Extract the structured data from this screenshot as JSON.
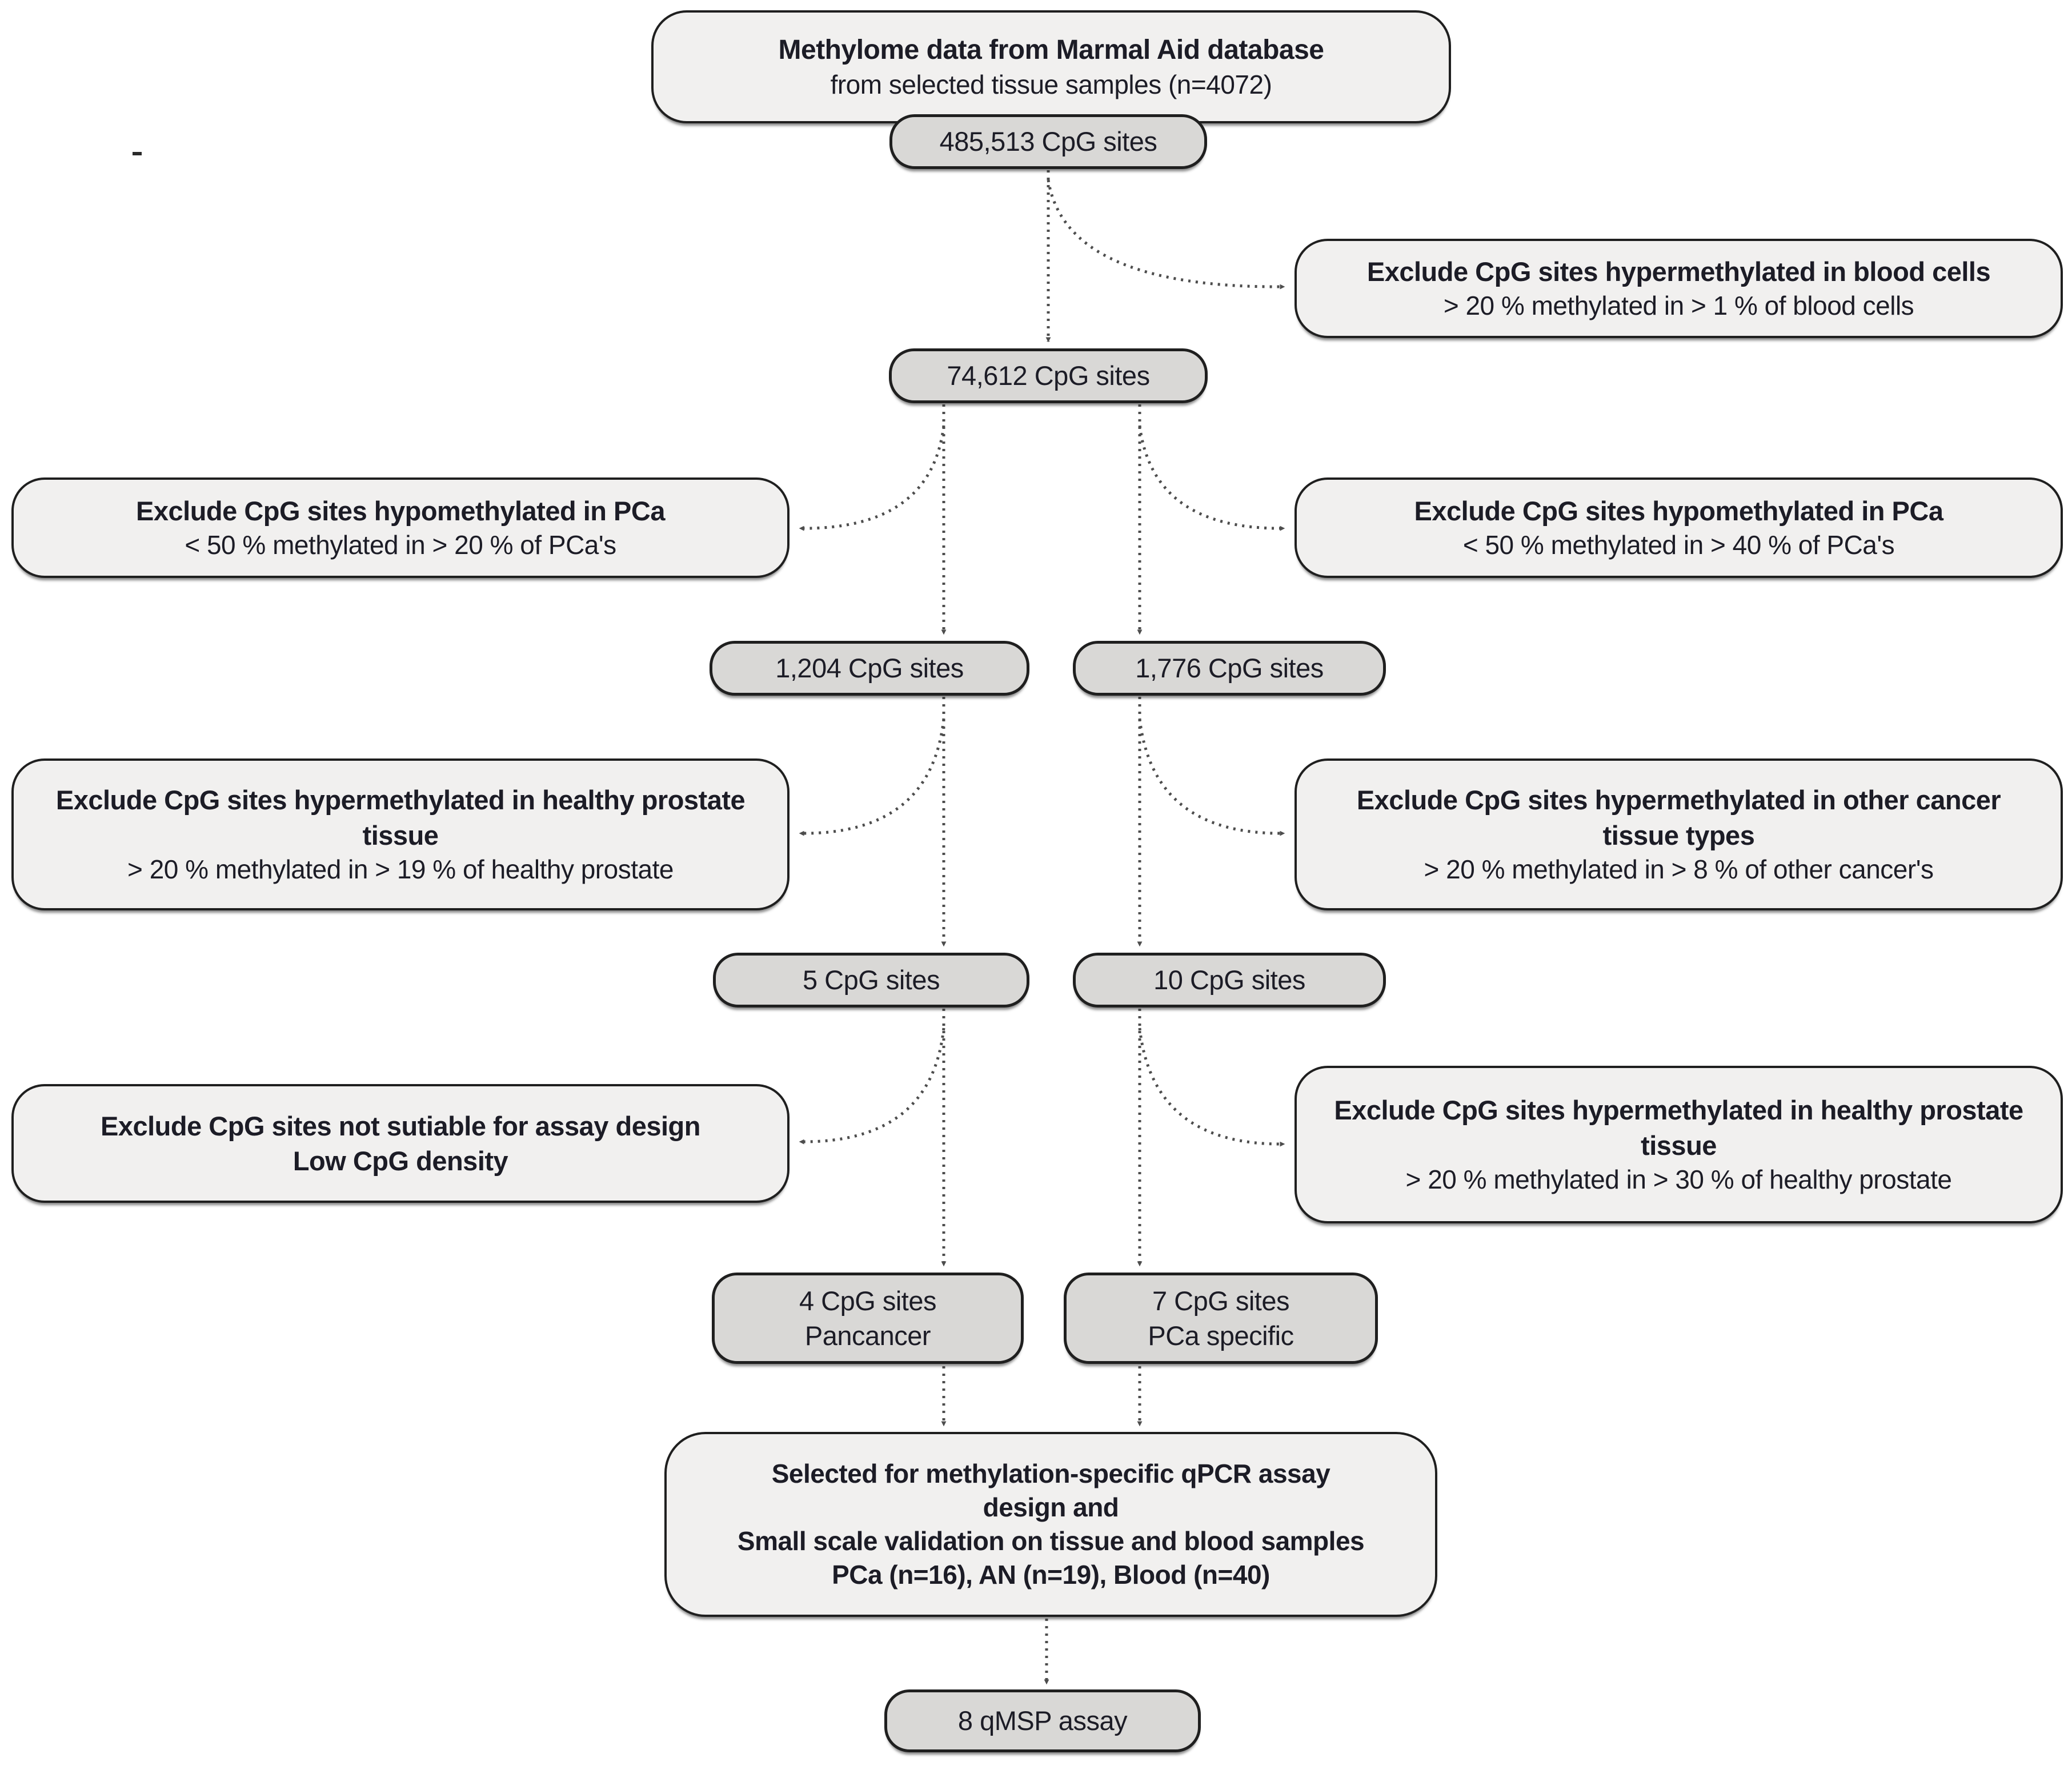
{
  "nodes": {
    "source": {
      "line1": "Methylome data from Marmal Aid database",
      "line2": "from selected tissue samples (n=4072)"
    },
    "count_485513": {
      "label": "485,513 CpG sites"
    },
    "exclude_blood": {
      "line1": "Exclude CpG sites hypermethylated in blood cells",
      "line2": "> 20 % methylated in > 1 % of blood cells"
    },
    "count_74612": {
      "label": "74,612 CpG sites"
    },
    "exclude_hypo_pca_20": {
      "line1": "Exclude CpG sites hypomethylated in PCa",
      "line2": "< 50 % methylated in > 20 % of PCa's"
    },
    "exclude_hypo_pca_40": {
      "line1": "Exclude CpG sites hypomethylated in PCa",
      "line2": "< 50 % methylated in > 40 % of PCa's"
    },
    "count_1204": {
      "label": "1,204 CpG sites"
    },
    "count_1776": {
      "label": "1,776 CpG sites"
    },
    "exclude_healthy_19": {
      "line1": "Exclude CpG sites hypermethylated in healthy prostate tissue",
      "line2": "> 20 % methylated in > 19 % of healthy prostate"
    },
    "exclude_other_cancer": {
      "line1": "Exclude CpG sites hypermethylated in other cancer tissue types",
      "line2": "> 20 % methylated in > 8 % of other cancer's"
    },
    "count_5": {
      "label": "5 CpG sites"
    },
    "count_10": {
      "label": "10 CpG sites"
    },
    "exclude_assay_design": {
      "line1": "Exclude CpG sites not sutiable for assay design",
      "line2": "Low CpG density"
    },
    "exclude_healthy_30": {
      "line1": "Exclude CpG sites hypermethylated in healthy prostate tissue",
      "line2": "> 20 % methylated in > 30 % of healthy prostate"
    },
    "count_4_pancancer": {
      "line1": "4 CpG sites",
      "line2": "Pancancer"
    },
    "count_7_pca": {
      "line1": "7 CpG sites",
      "line2": "PCa specific"
    },
    "selected": {
      "line1": "Selected for methylation-specific qPCR assay",
      "line2": "design and",
      "line3": "Small scale validation on tissue and blood samples",
      "line4": "PCa (n=16), AN (n=19), Blood (n=40)"
    },
    "count_8_qmsp": {
      "label": "8 qMSP assay"
    }
  },
  "colors": {
    "exclude_fill": "#f1f0ef",
    "count_fill": "#d9d8d6",
    "border": "#1f1f1f",
    "connector": "#4d4d4d",
    "text": "#1c1c26",
    "background": "#ffffff"
  }
}
